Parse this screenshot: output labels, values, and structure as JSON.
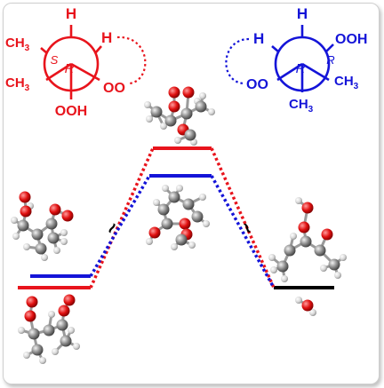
{
  "newman_left": {
    "top": "H",
    "upper_left": "CH",
    "upper_left_sub": "3",
    "upper_right": "H",
    "lower_left": "CH",
    "lower_left_sub": "3",
    "lower_right": "OO",
    "bottom": "OOH",
    "front_config": "R",
    "back_config": "S",
    "color": "#e8141c"
  },
  "newman_right": {
    "top": "H",
    "upper_left": "H",
    "upper_right": "OOH",
    "lower_left": "OO",
    "lower_right": "CH",
    "lower_right_sub": "3",
    "bottom": "CH",
    "bottom_sub": "3",
    "front_config": "R",
    "back_config": "R",
    "color": "#1414d8"
  },
  "energy_profile": {
    "red_color": "#e8141c",
    "blue_color": "#1414d8",
    "product_color": "#000000",
    "break_mark": "~"
  }
}
